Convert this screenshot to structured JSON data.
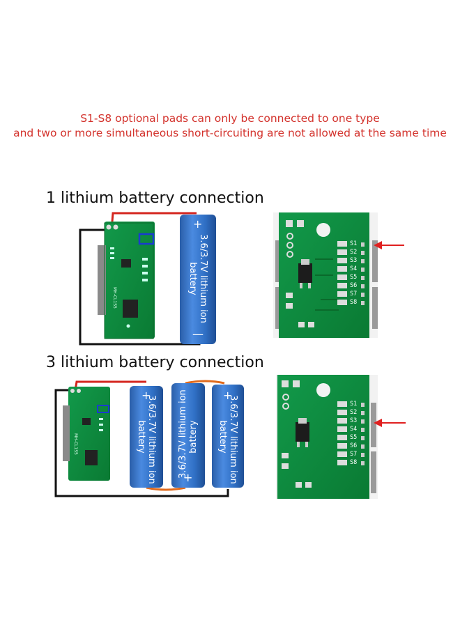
{
  "notice": {
    "line1": "S1-S8 optional pads can only be connected to one type",
    "line2": "and two or more simultaneous short-circuiting are not allowed at the same time"
  },
  "sections": [
    {
      "title": "1 lithium battery connection"
    },
    {
      "title": "3 lithium battery connection"
    }
  ],
  "battery": {
    "label_line1": "3.6/3.7V lithium ion",
    "label_line2": "battery",
    "plus": "+",
    "minus": "—"
  },
  "module": {
    "silk_text": "MH-CL1S5"
  },
  "pads": [
    "S1",
    "S2",
    "S3",
    "S4",
    "S5",
    "S6",
    "S7",
    "S8"
  ],
  "colors": {
    "notice_red": "#d3322c",
    "pcb_green": "#0f8a3a",
    "battery_blue": "#2f6fc4",
    "wire_red": "#d4261f",
    "wire_black": "#111111",
    "arrow_red": "#e02020"
  }
}
